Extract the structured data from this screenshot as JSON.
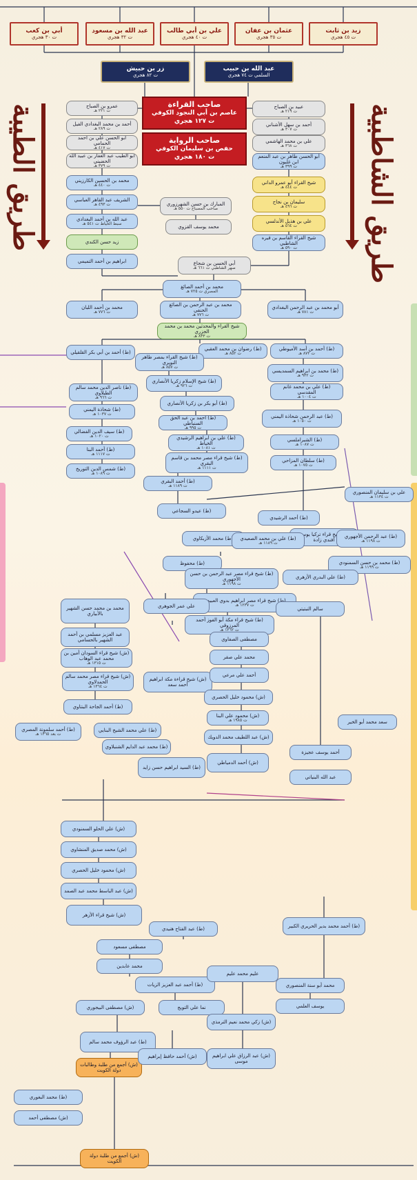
{
  "companions": [
    {
      "name": "زيد بن ثابت",
      "date": "ت ٤٥ هجري"
    },
    {
      "name": "عثمان بن عفان",
      "date": "ت ٣٥ هجري"
    },
    {
      "name": "علي بن أبي طالب",
      "date": "ت ٤٠ هجري"
    },
    {
      "name": "عبد الله بن مسعود",
      "date": "ت ٣٢ هجري"
    },
    {
      "name": "أبي بن كعب",
      "date": "ت ٣٠ هجري"
    }
  ],
  "tabi": [
    {
      "name": "عبد الله بن حبيب",
      "date": "السلمي ت ٧٤ هجري"
    },
    {
      "name": "زر بن حبيش",
      "date": "ت ٨٢ هجري"
    }
  ],
  "imam": {
    "qiraa_title": "صاحب القراءة",
    "qiraa_name": "عاصم بن أبي النجود الكوفي",
    "qiraa_date": "ت ١٢٧ هجري",
    "riwaya_title": "صاحب الرواية",
    "riwaya_name": "حفص بن سليمان الكوفي",
    "riwaya_date": "ت ١٨٠ هجري"
  },
  "titles": {
    "shatibiyya": "طريق الشاطبية",
    "tayyiba": "طريق الطيبة"
  },
  "left_chain": [
    {
      "name": "عمرو بن الصباح",
      "date": "ت ٢٢١ هـ"
    },
    {
      "name": "أحمد بن محمد البغدادي الفيل",
      "date": "ت ٢٨٩ هـ"
    },
    {
      "name": "أبو الحسن علي بن أحمد الحمامي",
      "date": "ت ٤١٧ هـ"
    },
    {
      "name": "أبو الطيب عبد الغفار بن عبيد الله الحضيني",
      "date": "ت ٣٧٩ هـ"
    },
    {
      "name": "محمد بن الحسين الكارزيني",
      "date": "ت ٤٤٠ هـ"
    },
    {
      "name": "الشريف عبد القاهر العباسي",
      "date": "ت ٤٩٣ هـ"
    },
    {
      "name": "عبد الله بن أحمد البغدادي",
      "date": "سبط الخياط ت ٥٤١ هـ"
    },
    {
      "name": "زيد حسن الكندي",
      "date": ""
    },
    {
      "name": "ابراهيم بن أحمد التميمي",
      "date": ""
    }
  ],
  "right_chain": [
    {
      "name": "عبيد بن الصباح",
      "date": "ت ٢١٩ هـ"
    },
    {
      "name": "أحمد بن سهل الأشناني",
      "date": "ت ٣٠٧ هـ"
    },
    {
      "name": "علي بن محمد الهاشمي",
      "date": "ت ٣٦٨ هـ"
    },
    {
      "name": "أبو الحسن طاهر بن عبد المنعم ابن غلبون",
      "date": "ت ٣٩٩ هـ"
    },
    {
      "name": "شيخ القراء أبو عمرو الداني",
      "date": "ت ٤٤٤ هـ"
    },
    {
      "name": "سليمان بن نجاح",
      "date": "ت ٤٩٦ هـ"
    },
    {
      "name": "علي بن هذيل الأندلسي",
      "date": "ت ٥٦٤ هـ"
    },
    {
      "name": "شيخ القراء القاسم بن فيره الشاطبي",
      "date": "ت ٥٩٠ هـ"
    }
  ],
  "center_mid": [
    {
      "name": "المبارك بن حسن الشهرزوري",
      "date": "صاحب المصباح ت ٥٥٠ هـ"
    },
    {
      "name": "محمد يوسف القزوي",
      "date": ""
    },
    {
      "name": "أبي الحسن بن شجاع",
      "date": "صهر الشاطبي ت ٦٦١ هـ"
    }
  ],
  "merge": [
    {
      "name": "محمد بن أحمد الصائغ",
      "date": "المصري ت ٧٢٥ هـ"
    },
    {
      "name": "محمد بن عبد الرحمن بن الصائغ الحنفي",
      "date": "ت ٧٧٦ هـ"
    },
    {
      "name": "أبو محمد بن عبد الرحمن البغدادي",
      "date": "ت ٧٨١ هـ"
    },
    {
      "name": "محمد بن أحمد اللبان",
      "date": "ت ٧٧٦ هـ"
    },
    {
      "name": "شيخ القراء والمحدثين محمد بن محمد الجزري",
      "date": "ت ٨٣٣ هـ"
    }
  ],
  "after_jazari": [
    {
      "name": "(ط) أحمد بن أبي بكر القلقيلي",
      "date": ""
    },
    {
      "name": "(ط) رضوان بن محمد العقبي",
      "date": "ت ٨٥٢ هـ"
    },
    {
      "name": "(ط) أحمد بن أسد الأميوطي",
      "date": "ت ٨٧٢ هـ"
    },
    {
      "name": "(ط) شيخ القراء بمصر طاهر النويري",
      "date": "ت ٨٥٧ هـ"
    },
    {
      "name": "(ط) محمد بن ابراهيم السمديسي",
      "date": "ت ٩٣٢ هـ"
    },
    {
      "name": "(ط) شيخ الإسلام زكريا الأنصاري",
      "date": "ت ٩٢٦ هـ"
    },
    {
      "name": "(ط) ناصر الدين محمد سالم الطبلاوي",
      "date": "ت ٩٦٦ هـ"
    },
    {
      "name": "(ط) أبو بكر بن زكريا الأنصاري",
      "date": ""
    },
    {
      "name": "(ط) علي بن محمد غانم المقدسي",
      "date": "ت ١٠٠٤ هـ"
    },
    {
      "name": "(ط) شحاذة اليمني",
      "date": "ت ١٠٣٧ هـ"
    },
    {
      "name": "(ط) أحمد بن عبد الحق السنباطي",
      "date": "ت ٩٩٥ هـ"
    },
    {
      "name": "(ط) عبد الرحمن شحاذة اليمني",
      "date": "ت ١٠٥٠ هـ"
    },
    {
      "name": "(ط) سيف الدين الفضالي",
      "date": "ت ١٠٢٠ هـ"
    },
    {
      "name": "(ط) علي بن ابراهيم الرشيدي الخياط",
      "date": "ت ١٠٨١ هـ"
    },
    {
      "name": "(ط) شيخ قراء مصر محمد بن قاسم البقري",
      "date": "ت ١١١١ هـ"
    },
    {
      "name": "(ط) الشبراملسي",
      "date": "ت ١٠٨٧ هـ"
    },
    {
      "name": "(ط) أحمد البنا",
      "date": "ت ١١١٧ هـ"
    },
    {
      "name": "(ط) سلطان المزاحي",
      "date": "ت ١٠٧٥ هـ"
    },
    {
      "name": "(ط) شمس الدين التوريخ",
      "date": "ت ١٠٨٩ هـ"
    },
    {
      "name": "(ط) أحمد البقري",
      "date": "ت ١١٨٩ هـ"
    }
  ],
  "lower": [
    {
      "name": "(ط) عيدو السجاعي",
      "date": ""
    },
    {
      "name": "(ط) أحمد الرشيدي",
      "date": ""
    },
    {
      "name": "(ط) شيخ قراء تركيا يوسف أفندي زادة",
      "date": ""
    },
    {
      "name": "علي بن سليمان المنصوري",
      "date": "ت ١١٣٤ هـ"
    },
    {
      "name": "(ط) محمد الأزبكاوي",
      "date": ""
    },
    {
      "name": "(ط) علي بن محمد الصعيدي",
      "date": "ت ١١٨٩ هـ"
    },
    {
      "name": "(ط) عبد الرحمن الأجهوري",
      "date": "ت ١١٩٨ هـ"
    },
    {
      "name": "(ط) محمد بن حسن السمنودي",
      "date": "ت ١١٩٩ هـ"
    },
    {
      "name": "(ط) محفوظ",
      "date": ""
    },
    {
      "name": "(ط) شيخ قراء مصر عبد الرحمن بن حسن الأجهوري",
      "date": "ت ١١٩٨ هـ"
    },
    {
      "name": "(ط) علي البدري الأزهري",
      "date": ""
    },
    {
      "name": "(ط) شيخ قراء مصر ابراهيم بدوي العبيدي",
      "date": "ت ١٢٣٧ هـ"
    },
    {
      "name": "(ط) شيخ قراء مكة أبو الفوز أحمد المرزوقي",
      "date": "ت ١٢٦٢ هـ"
    },
    {
      "name": "سالم النبتيتي",
      "date": ""
    },
    {
      "name": "علي عمر الجوهري",
      "date": ""
    },
    {
      "name": "محمد بن محمد حسن الشهير بالأبياري",
      "date": ""
    },
    {
      "name": "عبد العزيز مسلمي بن أحمد الشهير بالحسامي",
      "date": ""
    },
    {
      "name": "(ش) شيخ قراء السودان أمين بن محمد عبد الوهاب",
      "date": "ت ١٣١٥ هـ"
    },
    {
      "name": "(ش) شيخ قراء مصر محمد سالم الحمدلاوي",
      "date": "ت ١٣٦٤ هـ"
    },
    {
      "name": "(ش) شيخ قراءة مكة ابراهيم أحمد سعد",
      "date": ""
    },
    {
      "name": "(ط) أحمد الجاحة البنتاوي",
      "date": ""
    },
    {
      "name": "(ط) علي محمد الشيخ البنايي",
      "date": ""
    },
    {
      "name": "(ط) أحمد سلمونة المصري",
      "date": "ت بعد ١٣٦٥ هـ"
    },
    {
      "name": "(ط) محمد عبد الدايم الشنبلاوي",
      "date": ""
    },
    {
      "name": "(ط) السيد ابراهيم حسن زايد",
      "date": ""
    },
    {
      "name": "مصطفى الصفاوي",
      "date": ""
    },
    {
      "name": "محمد علي صقر",
      "date": ""
    },
    {
      "name": "أحمد علي مرعي",
      "date": ""
    },
    {
      "name": "(ش) محمود خليل الحصري",
      "date": ""
    },
    {
      "name": "(ش) محمود علي البنا",
      "date": "ت ١٩٨٥ هـ"
    },
    {
      "name": "(ش) عبد اللطيف محمد الدويك",
      "date": ""
    },
    {
      "name": "(ش) أحمد الدمياطي",
      "date": ""
    },
    {
      "name": "عبد الله البنياتي",
      "date": ""
    },
    {
      "name": "أحمد يوسف عجيزة",
      "date": ""
    },
    {
      "name": "سعد محمد أبو الخير",
      "date": ""
    }
  ],
  "bottom": [
    {
      "name": "(ش) علي الحلو السمنودي",
      "date": ""
    },
    {
      "name": "(ش) محمد صديق المنشاوي",
      "date": ""
    },
    {
      "name": "(ش) محمود خليل الحصري",
      "date": ""
    },
    {
      "name": "(ش) عبد الباسط محمد عبد الصمد",
      "date": ""
    },
    {
      "name": "(ش) شيخ قراء الأزهر",
      "date": ""
    },
    {
      "name": "(ط) عبد الفتاح هنيدي",
      "date": ""
    },
    {
      "name": "مصطفى مسعود",
      "date": ""
    },
    {
      "name": "محمد عابدين",
      "date": ""
    },
    {
      "name": "(ط) أحمد عبد العزيز الزيات",
      "date": ""
    },
    {
      "name": "(ش) مصطفى البيجوري",
      "date": ""
    },
    {
      "name": "نما علي التويج",
      "date": ""
    },
    {
      "name": "(ط) عبد الرؤوف محمد سالم",
      "date": ""
    },
    {
      "name": "(ش) أجمع من طلبة وطالبات دولة الكويت",
      "date": ""
    },
    {
      "name": "(ط) أحمد محمد بدير الحريري الكبير",
      "date": ""
    },
    {
      "name": "عليم محمد عليم",
      "date": ""
    },
    {
      "name": "محمد أبو سنة المنصوري",
      "date": ""
    },
    {
      "name": "يوسف العلمي",
      "date": ""
    },
    {
      "name": "(ش) زكي محمد نعيم الترمذي",
      "date": ""
    },
    {
      "name": "(ش) أحمد حافظ إبراهيم",
      "date": ""
    },
    {
      "name": "(ش) عبد الرزاق علي ابراهيم موسى",
      "date": ""
    },
    {
      "name": "(ش) أجمع من طلبة دولة الكويت",
      "date": ""
    },
    {
      "name": "(ط) محمد البغوري",
      "date": ""
    },
    {
      "name": "(ش) مصطفى أحمد",
      "date": ""
    }
  ]
}
